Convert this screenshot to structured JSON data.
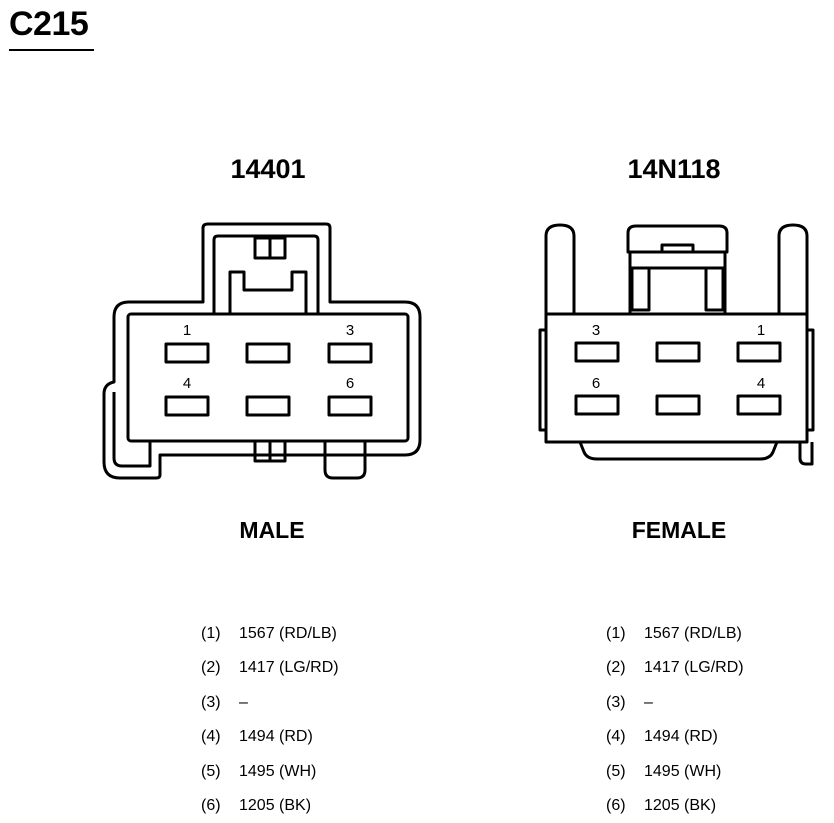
{
  "title": "C215",
  "connectors": [
    {
      "part_number": "14401",
      "gender": "MALE",
      "pin_labels": [
        "1",
        "3",
        "4",
        "6"
      ],
      "pinout": [
        {
          "num": "(1)",
          "value": "1567 (RD/LB)"
        },
        {
          "num": "(2)",
          "value": "1417 (LG/RD)"
        },
        {
          "num": "(3)",
          "value": "–"
        },
        {
          "num": "(4)",
          "value": "1494 (RD)"
        },
        {
          "num": "(5)",
          "value": "1495 (WH)"
        },
        {
          "num": "(6)",
          "value": "1205 (BK)"
        }
      ]
    },
    {
      "part_number": "14N118",
      "gender": "FEMALE",
      "pin_labels": [
        "3",
        "1",
        "6",
        "4"
      ],
      "pinout": [
        {
          "num": "(1)",
          "value": "1567 (RD/LB)"
        },
        {
          "num": "(2)",
          "value": "1417 (LG/RD)"
        },
        {
          "num": "(3)",
          "value": "–"
        },
        {
          "num": "(4)",
          "value": "1494 (RD)"
        },
        {
          "num": "(5)",
          "value": "1495 (WH)"
        },
        {
          "num": "(6)",
          "value": "1205 (BK)"
        }
      ]
    }
  ]
}
